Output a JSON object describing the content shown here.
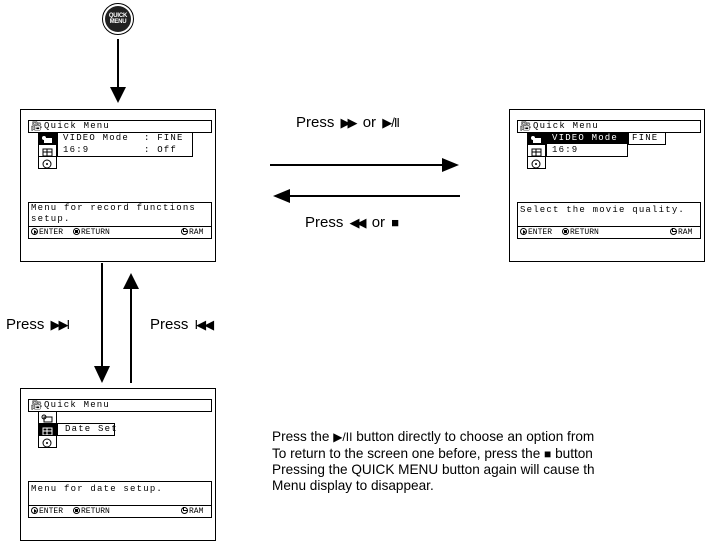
{
  "quick_menu_button": {
    "line1": "QUICK",
    "line2": "MENU"
  },
  "screens": {
    "main": {
      "title": "Quick Menu",
      "row1_label": "VIDEO Mode",
      "row1_value": ": FINE",
      "row2_label": "16:9",
      "row2_value": ": Off",
      "message_line1": "Menu for record functions",
      "message_line2": "setup.",
      "footer_enter": "ENTER",
      "footer_return": "RETURN",
      "footer_ram": "RAM"
    },
    "video_mode": {
      "title": "Quick Menu",
      "row1_label": "VIDEO Mode",
      "row1_value": "FINE",
      "row2_label": "16:9",
      "message": "Select the movie quality.",
      "footer_enter": "ENTER",
      "footer_return": "RETURN",
      "footer_ram": "RAM"
    },
    "date_set": {
      "title": "Quick Menu",
      "item": "Date Set",
      "message": "Menu for date setup.",
      "footer_enter": "ENTER",
      "footer_return": "RETURN",
      "footer_ram": "RAM"
    }
  },
  "arrow_labels": {
    "right": {
      "prefix": "Press",
      "glyph1": "▶▶",
      "joiner": "or",
      "glyph2": "▶/II"
    },
    "left": {
      "prefix": "Press",
      "glyph1": "◀◀",
      "joiner": "or",
      "glyph2": "■"
    },
    "down": {
      "prefix": "Press",
      "glyph": "▶▶I"
    },
    "up": {
      "prefix": "Press",
      "glyph": "I◀◀"
    }
  },
  "note": {
    "line1_a": "Press the",
    "line1_glyph": "▶/II",
    "line1_b": "button directly to choose an option from",
    "line2_a": "To return to the screen one before, press the",
    "line2_glyph": "■",
    "line2_b": "button",
    "line3": "Pressing the QUICK MENU button again will cause th",
    "line4": "Menu display to disappear."
  }
}
